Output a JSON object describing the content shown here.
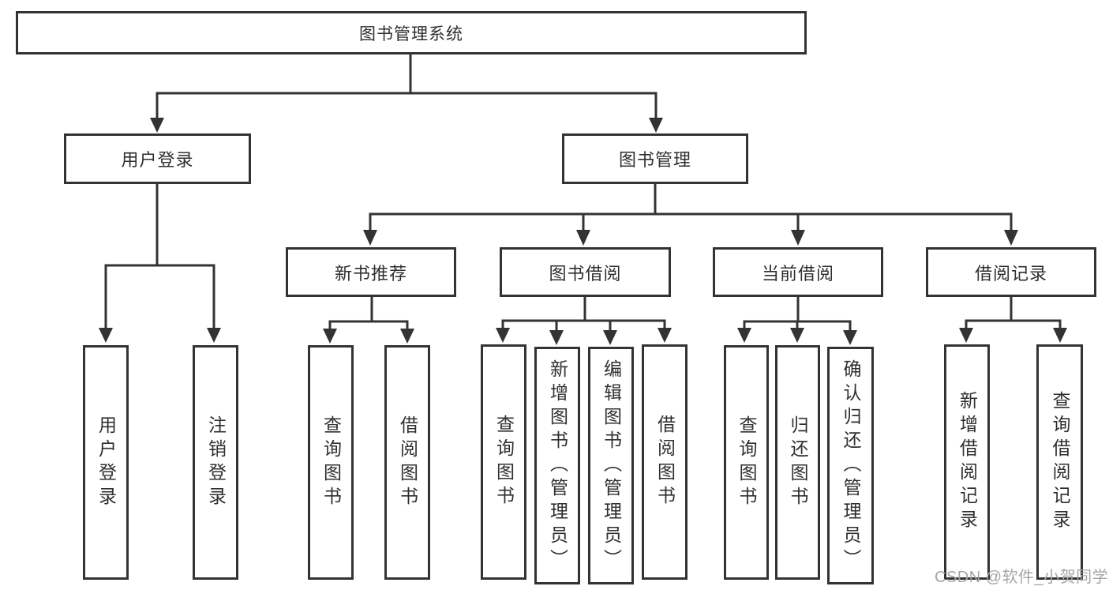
{
  "diagram": {
    "root": {
      "label": "图书管理系统"
    },
    "branches": [
      {
        "label": "用户登录",
        "children": [
          {
            "label": "用户登录"
          },
          {
            "label": "注销登录"
          }
        ]
      },
      {
        "label": "图书管理",
        "children": [
          {
            "label": "新书推荐",
            "children": [
              {
                "label": "查询图书"
              },
              {
                "label": "借阅图书"
              }
            ]
          },
          {
            "label": "图书借阅",
            "children": [
              {
                "label": "查询图书"
              },
              {
                "label": "新增图书（管理员）"
              },
              {
                "label": "编辑图书（管理员）"
              },
              {
                "label": "借阅图书"
              }
            ]
          },
          {
            "label": "当前借阅",
            "children": [
              {
                "label": "查询图书"
              },
              {
                "label": "归还图书"
              },
              {
                "label": "确认归还（管理员）"
              }
            ]
          },
          {
            "label": "借阅记录",
            "children": [
              {
                "label": "新增借阅记录"
              },
              {
                "label": "查询借阅记录"
              }
            ]
          }
        ]
      }
    ]
  },
  "watermark": "CSDN @软件_小贺同学",
  "colors": {
    "line": "#333333",
    "text": "#2f2f2f",
    "watermark": "#a6a6a6",
    "background": "#ffffff"
  }
}
